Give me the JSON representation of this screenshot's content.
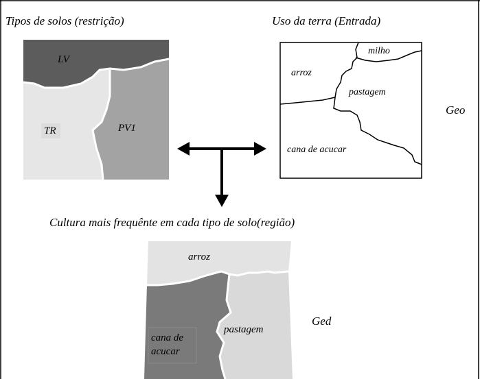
{
  "soil_map": {
    "title": "Tipos de solos (restrição)",
    "regions": [
      {
        "label": "LV",
        "color": "#5c5c5c"
      },
      {
        "label": "TR",
        "color": "#e6e6e6"
      },
      {
        "label": "PV1",
        "color": "#a3a3a3"
      }
    ]
  },
  "land_use_map": {
    "title": "Uso da terra (Entrada)",
    "regions": [
      "arroz",
      "milho",
      "pastagem",
      "cana de acucar"
    ],
    "side_label": "Geo"
  },
  "result_map": {
    "title": "Cultura mais frequênte em  cada tipo de solo(região)",
    "region_top": "arroz",
    "region_right": "pastagem",
    "region_left_line1": "cana de",
    "region_left_line2": "acucar",
    "colors": {
      "top": "#e3e3e3",
      "left": "#7a7a7a",
      "right": "#d9d9d9"
    },
    "side_label": "Ged"
  }
}
